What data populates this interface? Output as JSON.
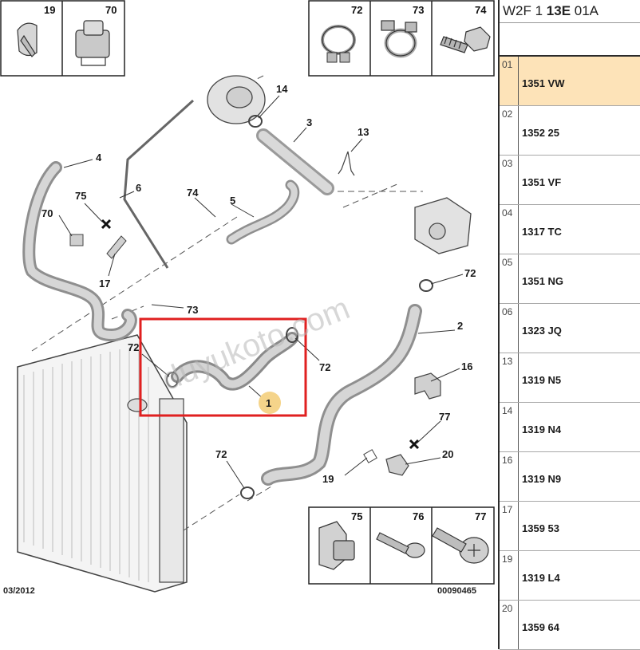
{
  "header": {
    "prefix": "W2F 1 ",
    "group": "13E",
    "suffix": " 01A"
  },
  "parts_list": [
    {
      "index": "01",
      "code": "1351 VW",
      "selected": true
    },
    {
      "index": "02",
      "code": "1352 25",
      "selected": false
    },
    {
      "index": "03",
      "code": "1351 VF",
      "selected": false
    },
    {
      "index": "04",
      "code": "1317 TC",
      "selected": false
    },
    {
      "index": "05",
      "code": "1351 NG",
      "selected": false
    },
    {
      "index": "06",
      "code": "1323 JQ",
      "selected": false
    },
    {
      "index": "13",
      "code": "1319 N5",
      "selected": false
    },
    {
      "index": "14",
      "code": "1319 N4",
      "selected": false
    },
    {
      "index": "16",
      "code": "1319 N9",
      "selected": false
    },
    {
      "index": "17",
      "code": "1359 53",
      "selected": false
    },
    {
      "index": "19",
      "code": "1319 L4",
      "selected": false
    },
    {
      "index": "20",
      "code": "1359 64",
      "selected": false
    }
  ],
  "diagram": {
    "top_left_box": [
      "19",
      "70"
    ],
    "top_right_box": [
      "72",
      "73",
      "74"
    ],
    "bottom_right_box": [
      "75",
      "76",
      "77"
    ],
    "callouts": {
      "c1": "1",
      "c2": "2",
      "c3": "3",
      "c4": "4",
      "c5": "5",
      "c6": "6",
      "c13": "13",
      "c14": "14",
      "c16": "16",
      "c17": "17",
      "c19": "19",
      "c20": "20",
      "c70": "70",
      "c72a": "72",
      "c72b": "72",
      "c72c": "72",
      "c72d": "72",
      "c73": "73",
      "c74": "74",
      "c75": "75",
      "c77": "77"
    },
    "date": "03/2012",
    "reference": "00090465",
    "watermark": "duyukoto.com",
    "highlight_color": "#e02020",
    "selected_callout_color": "#f5d48a"
  }
}
